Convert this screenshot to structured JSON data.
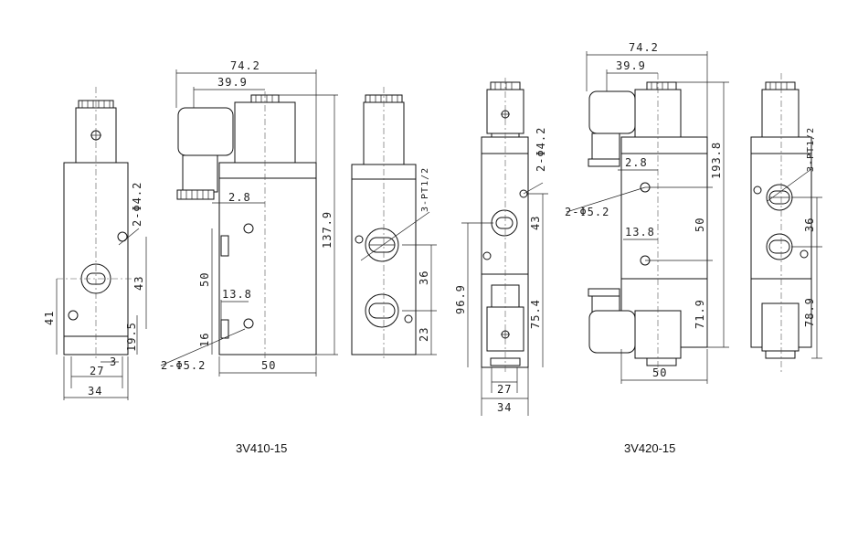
{
  "models": [
    {
      "caption": "3V410-15",
      "front": {
        "d_port": "2-Φ4.2",
        "h43": "43",
        "h41": "41",
        "h19": "19.5",
        "w3": "3",
        "w27": "27",
        "w34": "34"
      },
      "side": {
        "w74": "74.2",
        "w39": "39.9",
        "w2_8": "2.8",
        "h137": "137.9",
        "h50": "50",
        "w13": "13.8",
        "h16": "16",
        "d_mount": "2-Φ5.2",
        "w50": "50"
      },
      "back": {
        "port": "3-PT1/2",
        "h36": "36",
        "h23": "23"
      }
    },
    {
      "caption": "3V420-15",
      "front": {
        "d_port": "2-Φ4.2",
        "h43": "43",
        "h96": "96.9",
        "h75": "75.4",
        "w27": "27",
        "w34": "34"
      },
      "side": {
        "w74": "74.2",
        "w39": "39.9",
        "w2_8": "2.8",
        "d_mount": "2-Φ5.2",
        "w13": "13.8",
        "h50": "50",
        "h193": "193.8",
        "h71": "71.9",
        "w50": "50"
      },
      "back": {
        "port": "3-PT1/2",
        "h36": "36",
        "h78": "78.9"
      }
    }
  ]
}
